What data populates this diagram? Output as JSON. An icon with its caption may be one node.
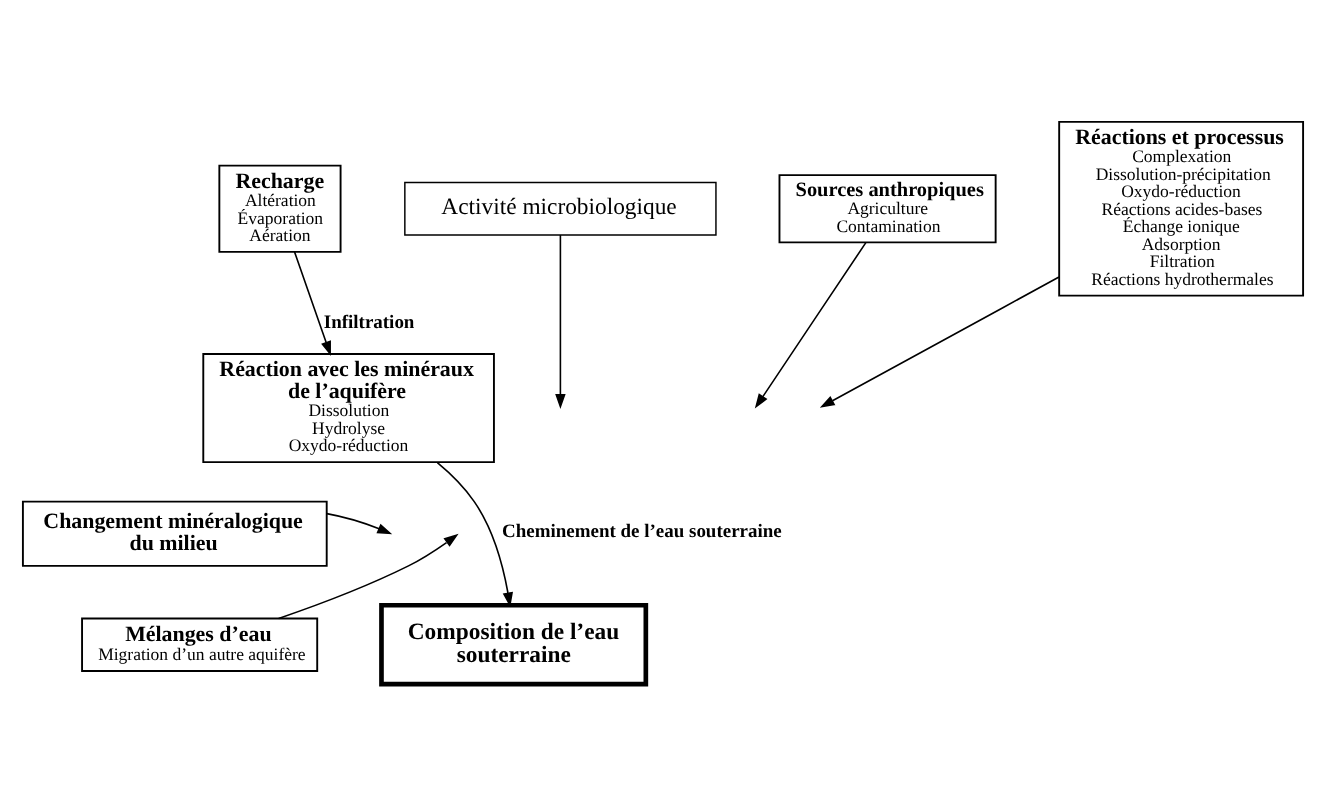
{
  "diagram": {
    "nodes": [
      {
        "text": [
          "Recharge",
          "Altération",
          "Évaporation",
          "Aération"
        ]
      },
      {
        "text": [
          "Activité microbiologique"
        ]
      },
      {
        "text": [
          "Sources anthropiques",
          "Agriculture",
          "Contamination"
        ]
      },
      {
        "text": [
          "Réaction avec les minéraux de l’aquifère",
          "Dissolution",
          "Hydrolyse",
          "Oxydo-réduction"
        ]
      },
      {
        "text": [
          "Réactions et processus",
          "Complexation",
          "Dissolution-précipitation",
          "Oxydo-réduction",
          "Réactions acides-bases",
          "Échange ionique",
          "Adsorption",
          "Filtration",
          "Réactions hydrothermales"
        ]
      },
      {
        "text": [
          "Changement minéralogique du milieu"
        ]
      },
      {
        "text": [
          "Mélanges d’eau",
          "Migration d’un autre aquifère"
        ]
      },
      {
        "text": [
          "Composition de l’eau souterraine"
        ]
      }
    ],
    "edges": [
      {
        "from": 0,
        "to": 3,
        "arrow": "to",
        "label": "Infiltration"
      },
      {
        "from": 3,
        "to": 7,
        "arrow": "to",
        "label": "Cheminement de l’eau souterraine"
      },
      {
        "from": 1,
        "to": null,
        "arrow": "to"
      },
      {
        "from": 2,
        "to": null,
        "arrow": "to"
      },
      {
        "from": 4,
        "to": null,
        "arrow": "to"
      },
      {
        "from": 5,
        "to": null,
        "arrow": "to"
      },
      {
        "from": 6,
        "to": null,
        "arrow": "to"
      }
    ]
  }
}
